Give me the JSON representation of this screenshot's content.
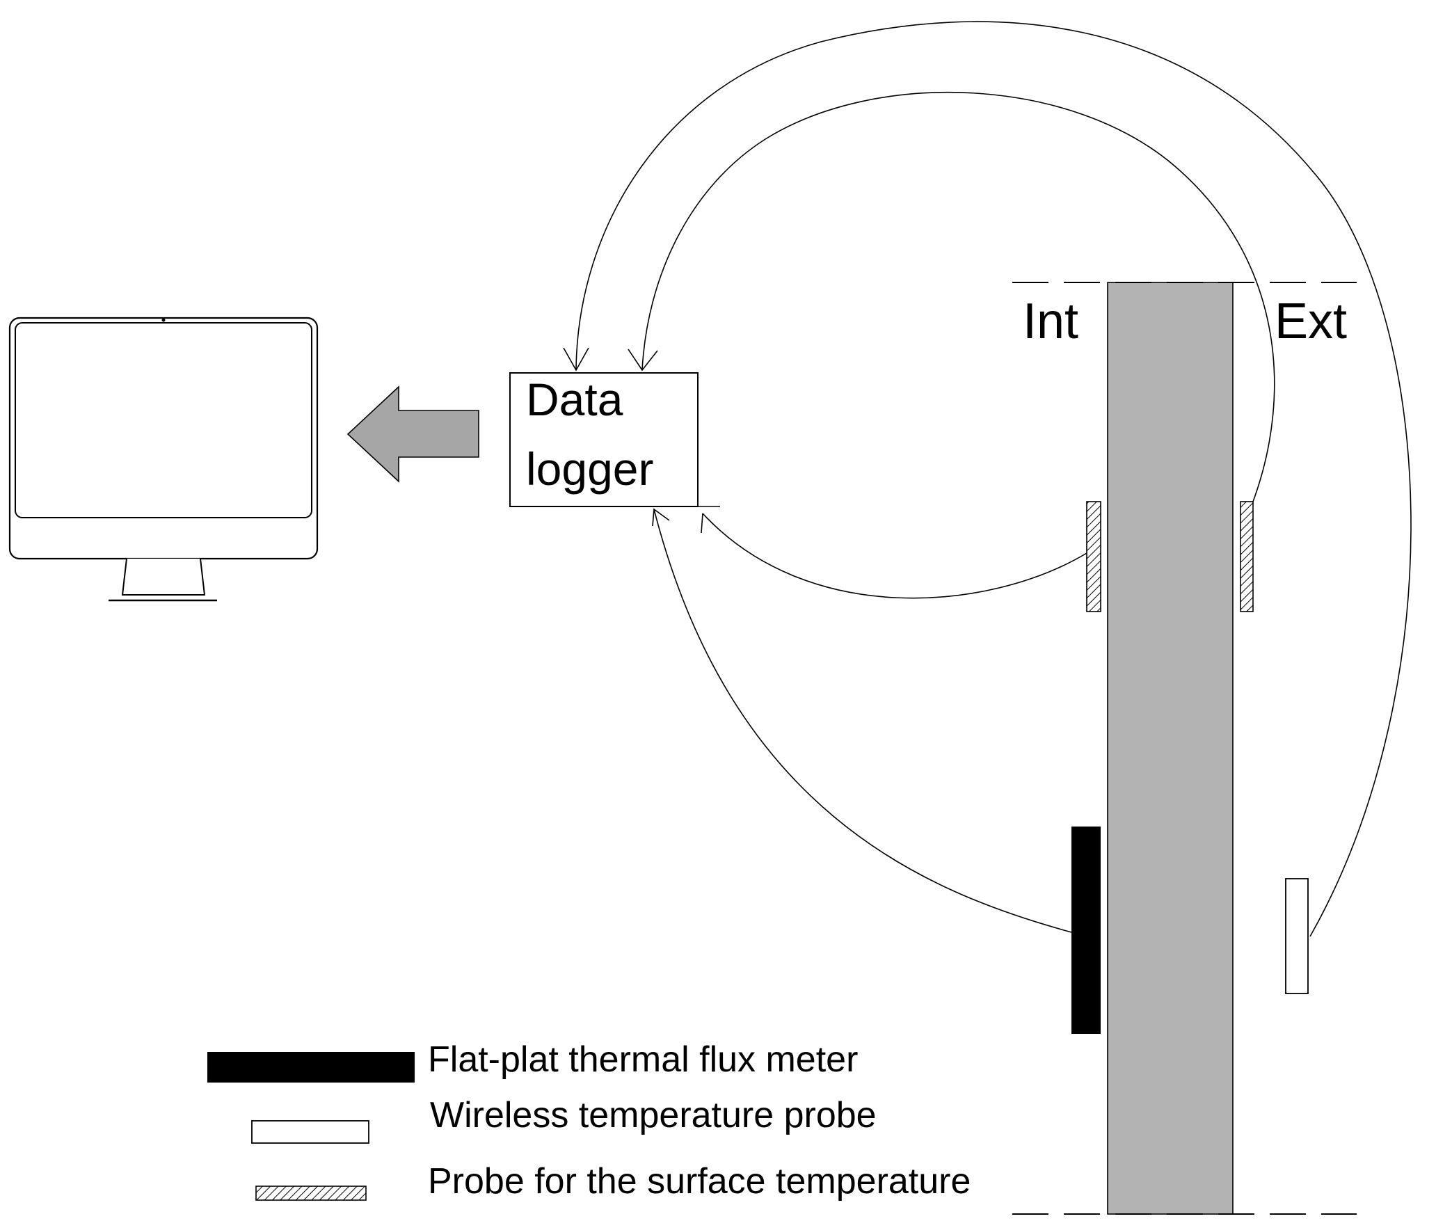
{
  "labels": {
    "interior": "Int",
    "exterior": "Ext",
    "logger_line1": "Data",
    "logger_line2": "logger"
  },
  "legend": [
    {
      "text": "Flat-plat thermal flux meter",
      "symbol": "solid-black-bar"
    },
    {
      "text": "Wireless temperature probe",
      "symbol": "white-outlined-bar"
    },
    {
      "text": "Probe for the surface temperature",
      "symbol": "hatched-bar"
    }
  ],
  "colors": {
    "wall": "#b3b3b3",
    "line": "#000000",
    "flux_meter": "#000000",
    "wireless_probe": "#ffffff",
    "transfer_arrow": "#a6a6a6",
    "background": "#ffffff"
  },
  "icons": {
    "computer": "monitor-icon",
    "transfer": "left-arrow-icon"
  }
}
